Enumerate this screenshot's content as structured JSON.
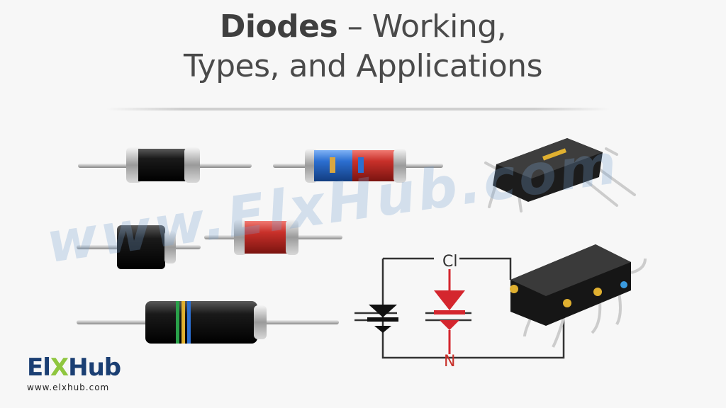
{
  "header": {
    "title_bold": "Diodes",
    "title_rest": " – Working,",
    "title_line2": "Types, and Applications"
  },
  "watermark": {
    "text": "www.ElxHub.com"
  },
  "logo": {
    "brand_e": "El",
    "brand_x": "X",
    "brand_h": "Hub",
    "url": "www.elxhub.com"
  },
  "schematic": {
    "top_label": "Cl",
    "bottom_label": "N"
  },
  "colors": {
    "background": "#f7f7f7",
    "title": "#4a4a4a",
    "brand_blue": "#1b3f73",
    "brand_green": "#8fc63f",
    "diode_red": "#c8302a",
    "diode_blue": "#2c6fd1"
  },
  "icons": [
    "black-axial-diode",
    "blue-red-diode",
    "smd-diode-package",
    "red-glass-diode",
    "diode-schematic-symbol"
  ]
}
